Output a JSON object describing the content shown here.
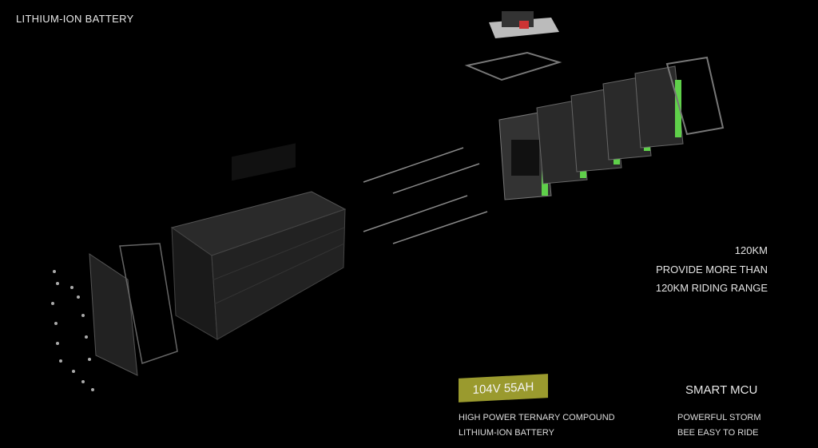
{
  "header": {
    "title": "LITHIUM-ION BATTERY"
  },
  "range": {
    "headline": "120KM",
    "line1": "PROVIDE MORE THAN",
    "line2": "120KM RIDING RANGE"
  },
  "battery": {
    "badge": "104V 55AH",
    "line1": "HIGH POWER TERNARY COMPOUND",
    "line2": "LITHIUM-ION BATTERY"
  },
  "mcu": {
    "title": "SMART MCU",
    "line1": "POWERFUL STORM",
    "line2": "BEE EASY TO RIDE"
  },
  "colors": {
    "badge": "#9a9a2e",
    "cell_green": "#5fd04a",
    "background": "#000000"
  }
}
